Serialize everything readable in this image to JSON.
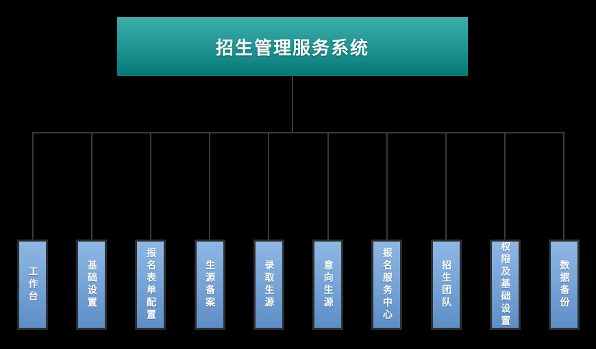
{
  "diagram": {
    "title": "招生管理服务系统",
    "colors": {
      "background": "#000000",
      "root_gradient_top": "#3badab",
      "root_gradient_bottom": "#067977",
      "leaf_gradient_top": "#8db7e4",
      "leaf_gradient_bottom": "#5d8ec6",
      "leaf_border": "#2e2e2e",
      "connector": "#3a3a3a",
      "text": "#ffffff"
    },
    "nodes": [
      {
        "label": "工作台"
      },
      {
        "label": "基础设置"
      },
      {
        "label": "报名表单配置"
      },
      {
        "label": "生源备案"
      },
      {
        "label": "录取生源"
      },
      {
        "label": "意向生源"
      },
      {
        "label": "报名服务中心"
      },
      {
        "label": "招生团队"
      },
      {
        "label": "权限及基础设置"
      },
      {
        "label": "数据备份"
      }
    ]
  }
}
